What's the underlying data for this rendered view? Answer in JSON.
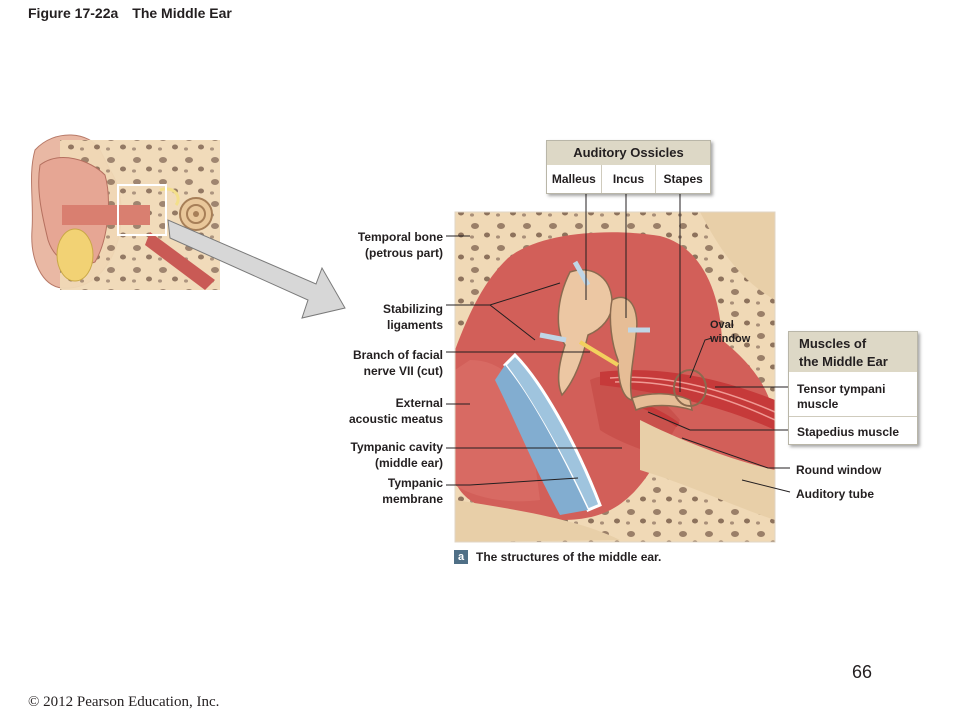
{
  "figure_title": {
    "number": "Figure 17-22a",
    "name": "The Middle Ear"
  },
  "ossicles_box": {
    "title": "Auditory Ossicles",
    "items": [
      "Malleus",
      "Incus",
      "Stapes"
    ]
  },
  "muscles_box": {
    "title_line1": "Muscles of",
    "title_line2": "the Middle Ear",
    "tensor_line1": "Tensor tympani",
    "tensor_line2": "muscle",
    "stapedius": "Stapedius muscle"
  },
  "left_labels": {
    "temporal_bone_1": "Temporal bone",
    "temporal_bone_2": "(petrous part)",
    "stabilizing_1": "Stabilizing",
    "stabilizing_2": "ligaments",
    "facial_nerve_1": "Branch of facial",
    "facial_nerve_2": "nerve VII (cut)",
    "external_1": "External",
    "external_2": "acoustic meatus",
    "tympanic_cavity_1": "Tympanic cavity",
    "tympanic_cavity_2": "(middle ear)",
    "tympanic_membrane_1": "Tympanic",
    "tympanic_membrane_2": "membrane"
  },
  "right_labels": {
    "oval_window_1": "Oval",
    "oval_window_2": "window",
    "round_window": "Round window",
    "auditory_tube": "Auditory tube"
  },
  "caption": {
    "badge": "a",
    "text": "The structures  of the middle ear."
  },
  "page_number": "66",
  "copyright": "© 2012 Pearson Education, Inc.",
  "colors": {
    "bone": "#f0d9b6",
    "muscle": "#c9504a",
    "membrane": "#8fb9d6",
    "box_header": "#ddd8c6"
  }
}
